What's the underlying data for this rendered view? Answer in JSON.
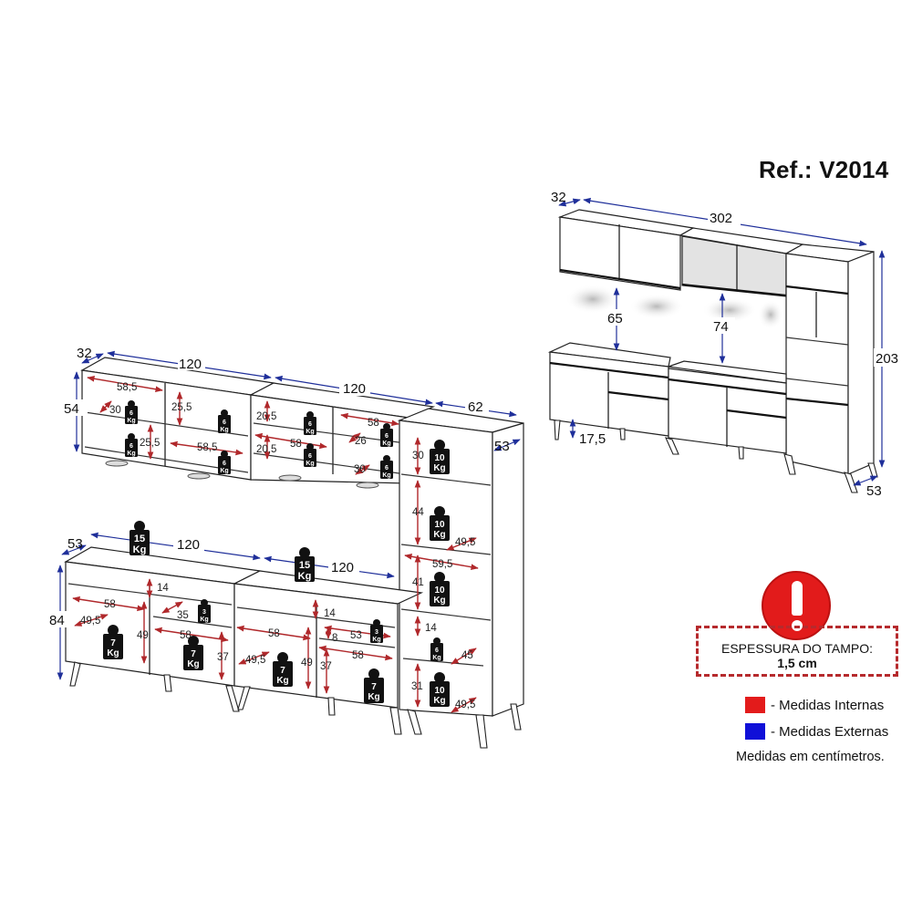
{
  "header": {
    "reference": "Ref.: V2014"
  },
  "overview": {
    "depth_top": "32",
    "width_total": "302",
    "gap_left": "65",
    "gap_right": "74",
    "height_total": "203",
    "leg_height": "17,5",
    "depth_base": "53"
  },
  "upper_left": {
    "width": "120",
    "depth": "32",
    "height": "54",
    "shelf_width_top": "58,5",
    "shelf_depth": "30",
    "shelf_height_right": "25,5",
    "shelf_height_left": "25,5",
    "shelf_width_bottom": "58,5",
    "weights": [
      "6\nKg",
      "6\nKg",
      "6\nKg",
      "6\nKg"
    ]
  },
  "upper_right": {
    "width": "120",
    "shelf_height_top": "20,5",
    "shelf_height_bottom": "20,5",
    "shelf_width_left": "58",
    "shelf_width_right": "58",
    "shelf_depth_mid": "26",
    "shelf_depth_low": "30"
  },
  "tower": {
    "width": "62",
    "depth": "53",
    "h1": "30",
    "h2": "44",
    "h3": "41",
    "h4": "14",
    "h5": "31",
    "inner_width": "59,5",
    "depth_a": "49,5",
    "depth_b": "45",
    "depth_c": "49,5"
  },
  "base_left": {
    "width": "120",
    "depth": "53",
    "height": "84",
    "top_load": "15",
    "top_load_unit": "Kg",
    "gap_top": "14",
    "inner_width_left": "58",
    "inner_depth": "49,5",
    "inner_height_left": "49",
    "drawer_depth": "35",
    "inner_width_right": "58",
    "inner_height_right": "37"
  },
  "base_right": {
    "width": "120",
    "top_load": "15",
    "top_load_unit": "Kg",
    "gap_top": "14",
    "inner_width_left": "58",
    "inner_depth": "49,5",
    "inner_height_left": "49",
    "drawer_width": "53",
    "drawer_height": "8",
    "inner_width_right": "58",
    "inner_height_right": "37"
  },
  "weights": {
    "six": "6",
    "seven": "7",
    "ten": "10",
    "three": "3",
    "unit": "Kg"
  },
  "notice": {
    "title": "ESPESSURA DO TAMPO:",
    "value": "1,5 cm"
  },
  "legend": {
    "items": [
      {
        "label": "- Medidas Internas",
        "color": "#e31b1b"
      },
      {
        "label": "- Medidas Externas",
        "color": "#1010d8"
      }
    ],
    "note": "Medidas em centímetros."
  },
  "colors": {
    "internal": "#b0282b",
    "external": "#1f2f9a"
  }
}
